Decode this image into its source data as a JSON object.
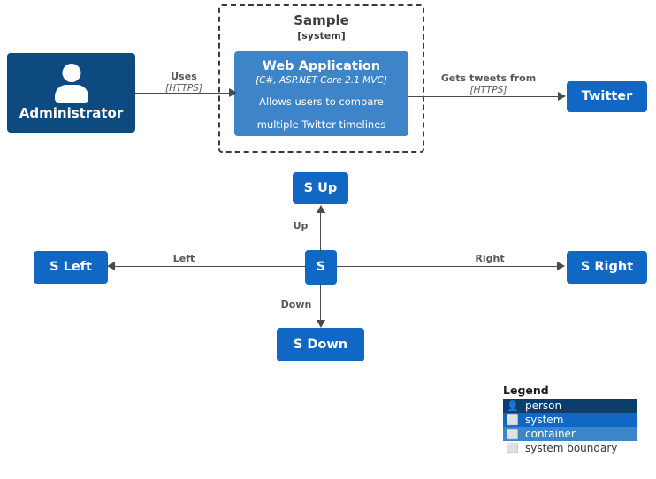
{
  "diagram": {
    "type": "c4-container-diagram",
    "background": "#ffffff",
    "colors": {
      "person": "#0d4a80",
      "system": "#1168c4",
      "container": "#3d85c8",
      "boundary_border": "#3a3a3a",
      "edge": "#4a4a4a",
      "edge_label": "#565656"
    }
  },
  "boundary": {
    "title": "Sample",
    "subtitle": "[system]"
  },
  "nodes": {
    "administrator": {
      "title": "Administrator",
      "kind": "person",
      "icon": "person-icon"
    },
    "web_application": {
      "title": "Web Application",
      "tech": "[C#, ASP.NET Core 2.1 MVC]",
      "desc_line1": "Allows users to compare",
      "desc_line2": "multiple Twitter timelines",
      "kind": "container"
    },
    "twitter": {
      "title": "Twitter",
      "kind": "system"
    },
    "s": {
      "title": "S",
      "kind": "system"
    },
    "s_up": {
      "title": "S Up",
      "kind": "system"
    },
    "s_down": {
      "title": "S Down",
      "kind": "system"
    },
    "s_left": {
      "title": "S Left",
      "kind": "system"
    },
    "s_right": {
      "title": "S Right",
      "kind": "system"
    }
  },
  "edges": {
    "uses": {
      "label": "Uses",
      "tech": "[HTTPS]"
    },
    "gets_tweets_from": {
      "label": "Gets tweets from",
      "tech": "[HTTPS]"
    },
    "up": {
      "label": "Up"
    },
    "down": {
      "label": "Down"
    },
    "left": {
      "label": "Left"
    },
    "right": {
      "label": "Right"
    }
  },
  "legend": {
    "title": "Legend",
    "items": [
      {
        "label": "person",
        "glyph": "👤",
        "color": "#0d3d6b"
      },
      {
        "label": "system",
        "glyph": "⬜",
        "color": "#1168c4"
      },
      {
        "label": "container",
        "glyph": "⬜",
        "color": "#3d85c8"
      },
      {
        "label": "system boundary",
        "glyph": "⬜",
        "color": "#ffffff"
      }
    ]
  }
}
